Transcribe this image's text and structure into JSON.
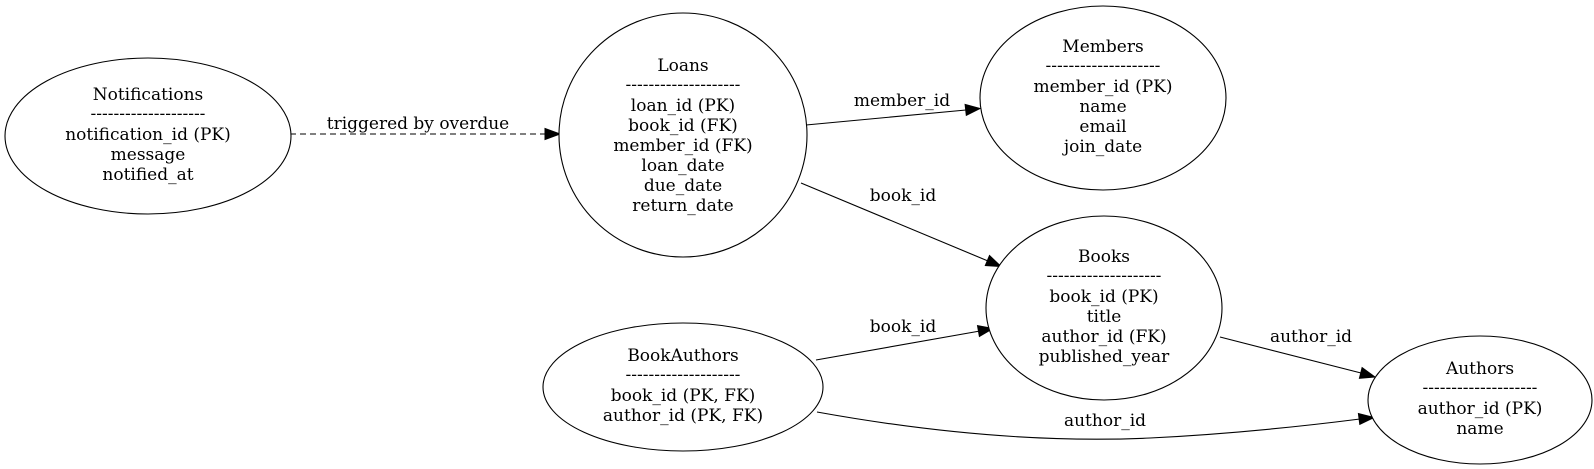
{
  "nodes": {
    "notifications": {
      "title": "Notifications",
      "separator": "--------------------",
      "fields": [
        "notification_id (PK)",
        "message",
        "notified_at"
      ]
    },
    "loans": {
      "title": "Loans",
      "separator": "--------------------",
      "fields": [
        "loan_id (PK)",
        "book_id (FK)",
        "member_id (FK)",
        "loan_date",
        "due_date",
        "return_date"
      ]
    },
    "members": {
      "title": "Members",
      "separator": "--------------------",
      "fields": [
        "member_id (PK)",
        "name",
        "email",
        "join_date"
      ]
    },
    "books": {
      "title": "Books",
      "separator": "--------------------",
      "fields": [
        "book_id (PK)",
        "title",
        "author_id (FK)",
        "published_year"
      ]
    },
    "bookauthors": {
      "title": "BookAuthors",
      "separator": "--------------------",
      "fields": [
        "book_id (PK, FK)",
        "author_id (PK, FK)"
      ]
    },
    "authors": {
      "title": "Authors",
      "separator": "--------------------",
      "fields": [
        "author_id (PK)",
        "name"
      ]
    }
  },
  "edges": [
    {
      "from": "Notifications",
      "to": "Loans",
      "label": "triggered by overdue",
      "style": "dashed"
    },
    {
      "from": "Loans",
      "to": "Members",
      "label": "member_id",
      "style": "solid"
    },
    {
      "from": "Loans",
      "to": "Books",
      "label": "book_id",
      "style": "solid"
    },
    {
      "from": "BookAuthors",
      "to": "Books",
      "label": "book_id",
      "style": "solid"
    },
    {
      "from": "Books",
      "to": "Authors",
      "label": "author_id",
      "style": "solid"
    },
    {
      "from": "BookAuthors",
      "to": "Authors",
      "label": "author_id",
      "style": "solid"
    }
  ]
}
